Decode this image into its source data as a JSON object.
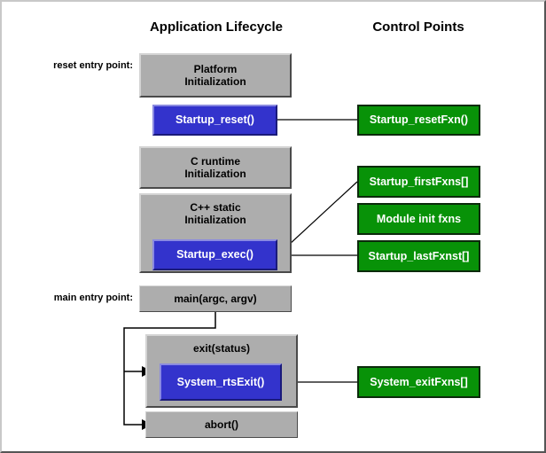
{
  "diagram": {
    "title": "Application Lifecycle and Control Points",
    "colors": {
      "gray_node": "#adadad",
      "blue_node": "#3333cc",
      "green_node": "#089208",
      "line": "#000000",
      "background": "#ffffff"
    },
    "headers": [
      {
        "id": "lifecycle",
        "label": "Application Lifecycle"
      },
      {
        "id": "control",
        "label": "Control Points"
      }
    ],
    "side_labels": [
      {
        "id": "reset-entry",
        "label": "reset entry point:"
      },
      {
        "id": "main-entry",
        "label": "main entry point:"
      }
    ],
    "lifecycle_nodes": [
      {
        "id": "platform-init",
        "label": "Platform\nInitialization",
        "kind": "gray"
      },
      {
        "id": "startup-reset",
        "label": "Startup_reset()",
        "kind": "blue"
      },
      {
        "id": "c-runtime-init",
        "label": "C runtime\nInitialization",
        "kind": "gray"
      },
      {
        "id": "cpp-static-init",
        "label": "C++ static\nInitialization",
        "kind": "gray"
      },
      {
        "id": "startup-exec",
        "label": "Startup_exec()",
        "kind": "blue"
      },
      {
        "id": "main",
        "label": "main(argc, argv)",
        "kind": "gray"
      },
      {
        "id": "exit-status",
        "label": "exit(status)",
        "kind": "gray"
      },
      {
        "id": "system-rtsexit",
        "label": "System_rtsExit()",
        "kind": "blue"
      },
      {
        "id": "abort",
        "label": "abort()",
        "kind": "gray"
      }
    ],
    "control_nodes": [
      {
        "id": "startup-resetfxn",
        "label": "Startup_resetFxn()",
        "kind": "green"
      },
      {
        "id": "startup-firstfxns",
        "label": "Startup_firstFxns[]",
        "kind": "green"
      },
      {
        "id": "module-init-fxns",
        "label": "Module init fxns",
        "kind": "green"
      },
      {
        "id": "startup-lastfxns",
        "label": "Startup_lastFxnst[]",
        "kind": "green"
      },
      {
        "id": "system-exitfxns",
        "label": "System_exitFxns[]",
        "kind": "green"
      }
    ],
    "connections": [
      {
        "from": "startup-reset",
        "to": "startup-resetfxn",
        "arrow": false
      },
      {
        "from": "startup-exec",
        "to": "startup-firstfxns",
        "arrow": false
      },
      {
        "from": "startup-exec",
        "to": "startup-lastfxns",
        "arrow": false
      },
      {
        "from": "system-rtsexit",
        "to": "system-exitfxns",
        "arrow": false
      },
      {
        "from": "main",
        "to": "exit-status",
        "arrow": true
      },
      {
        "from": "main",
        "to": "abort",
        "arrow": true
      }
    ]
  }
}
